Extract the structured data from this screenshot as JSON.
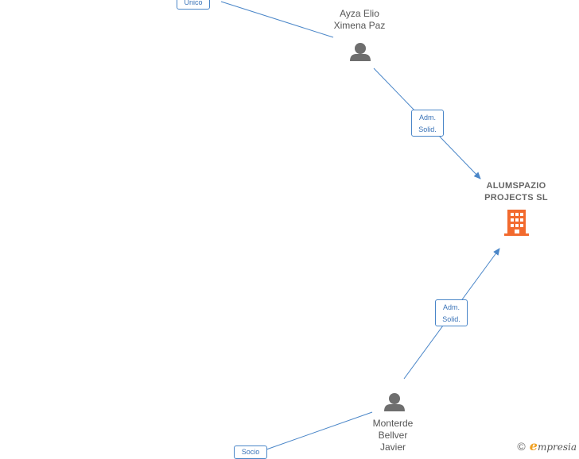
{
  "nodes": {
    "ayza": {
      "label": "Ayza Elio\nXimena Paz",
      "kind": "person"
    },
    "company": {
      "label": "ALUMSPAZIO\nPROJECTS  SL",
      "kind": "company"
    },
    "monterde": {
      "label": "Monterde\nBellver\nJavier",
      "kind": "person"
    }
  },
  "edges": {
    "top": {
      "label": "Unico"
    },
    "ayza_company": {
      "label": "Adm.\nSolid."
    },
    "monterde_company": {
      "label": "Adm.\nSolid."
    },
    "bottom": {
      "label": "Socio"
    }
  },
  "brand": {
    "copyright": "©",
    "first_letter": "e",
    "rest": "mpresia"
  },
  "colors": {
    "edge": "#4a86c8",
    "person_icon": "#6e6e6e",
    "company_icon": "#f26a2e"
  },
  "icons": {
    "person": "person-icon",
    "company": "building-icon"
  }
}
